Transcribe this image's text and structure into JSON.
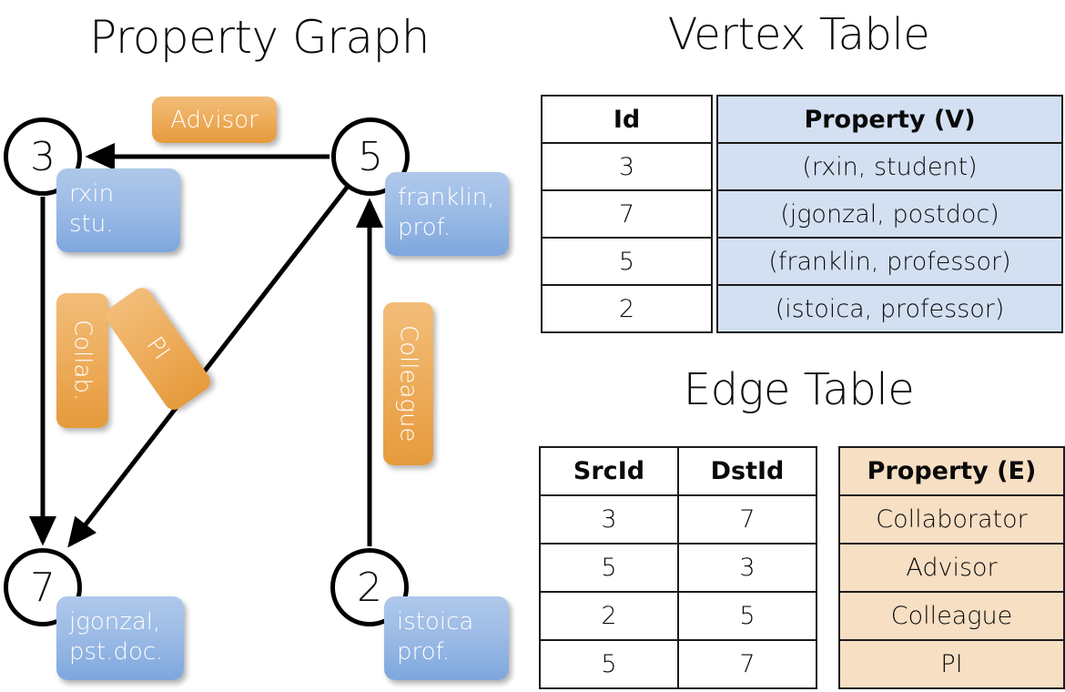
{
  "titles": {
    "property_graph": "Property Graph",
    "vertex_table": "Vertex Table",
    "edge_table": "Edge Table"
  },
  "colors": {
    "vertex_property_fill": "#d3e0f2",
    "edge_property_fill": "#f7dfc4",
    "graph_property_box": "#9dbce6",
    "graph_edge_label_box": "#eeae5e",
    "stroke": "#000000"
  },
  "graph": {
    "vertices": [
      {
        "id": "3",
        "property": "rxin\nstu.",
        "property_line1": "rxin",
        "property_line2": "stu."
      },
      {
        "id": "5",
        "property": "franklin, prof.",
        "property_line1": "franklin,",
        "property_line2": "prof."
      },
      {
        "id": "7",
        "property": "jgonzal, pst.doc.",
        "property_line1": "jgonzal,",
        "property_line2": "pst.doc."
      },
      {
        "id": "2",
        "property": "istoica prof.",
        "property_line1": "istoica",
        "property_line2": "prof."
      }
    ],
    "edge_labels": [
      {
        "name": "advisor",
        "text": "Advisor",
        "orientation": "horizontal",
        "src": "5",
        "dst": "3"
      },
      {
        "name": "collab",
        "text": "Collab.",
        "orientation": "vertical",
        "src": "3",
        "dst": "7"
      },
      {
        "name": "pi",
        "text": "PI",
        "orientation": "rotated",
        "src": "5",
        "dst": "7"
      },
      {
        "name": "colleague",
        "text": "Colleague",
        "orientation": "vertical",
        "src": "2",
        "dst": "5"
      }
    ]
  },
  "vertex_table": {
    "headers": {
      "id": "Id",
      "property": "Property (V)"
    },
    "rows": [
      {
        "id": "3",
        "property": "(rxin, student)"
      },
      {
        "id": "7",
        "property": "(jgonzal, postdoc)"
      },
      {
        "id": "5",
        "property": "(franklin, professor)"
      },
      {
        "id": "2",
        "property": "(istoica, professor)"
      }
    ]
  },
  "edge_table": {
    "headers": {
      "src": "SrcId",
      "dst": "DstId",
      "property": "Property (E)"
    },
    "rows": [
      {
        "src": "3",
        "dst": "7",
        "property": "Collaborator"
      },
      {
        "src": "5",
        "dst": "3",
        "property": "Advisor"
      },
      {
        "src": "2",
        "dst": "5",
        "property": "Colleague"
      },
      {
        "src": "5",
        "dst": "7",
        "property": "PI"
      }
    ]
  }
}
